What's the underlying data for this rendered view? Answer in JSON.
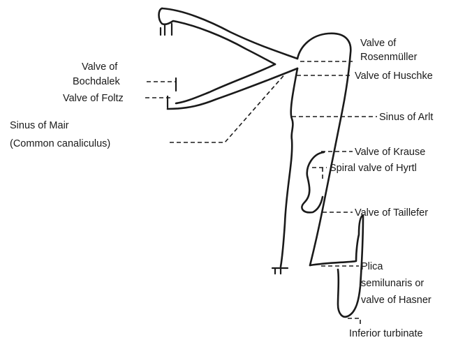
{
  "labels": {
    "valve_of_rosenmuller": [
      "Valve of",
      "Rosenmüller"
    ],
    "valve_of_bochdalek": [
      "Valve of",
      "Bochdalek"
    ],
    "valve_of_huschke": "Valve of Huschke",
    "valve_of_foltz": "Valve of Foltz",
    "sinus_of_mair": [
      "Sinus of Mair",
      "(Common canaliculus)"
    ],
    "sinus_of_arlt": "Sinus of Arlt",
    "valve_of_krause": "Valve of Krause",
    "spiral_valve_of_hyrtl": "Spiral valve of Hyrtl",
    "valve_of_taillefer": "Valve of Taillefer",
    "plica_semilunaris": [
      "Plica",
      "semilunaris or",
      "valve of Hasner"
    ],
    "inferior_turbinate": "Inferior turbinate"
  }
}
